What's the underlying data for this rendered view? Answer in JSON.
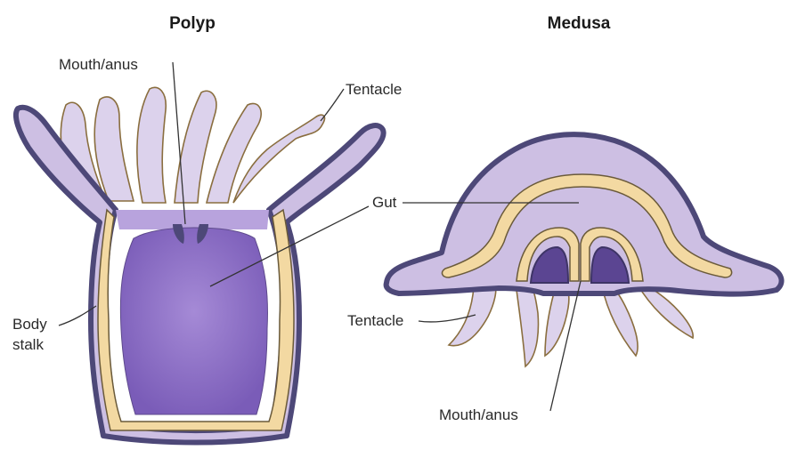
{
  "polyp": {
    "title": "Polyp",
    "labels": {
      "mouth_anus": "Mouth/anus",
      "tentacle": "Tentacle",
      "body_stalk_line1": "Body",
      "body_stalk_line2": "stalk"
    }
  },
  "medusa": {
    "title": "Medusa",
    "labels": {
      "gut": "Gut",
      "tentacle": "Tentacle",
      "mouth_anus": "Mouth/anus"
    }
  },
  "colors": {
    "body_wall": "#4d4878",
    "mesoglea": "#cdbfe3",
    "gut_lining": "#f3d9a2",
    "gut_cavity": "#8a6cc4",
    "tentacle": "#dcd2ec"
  }
}
